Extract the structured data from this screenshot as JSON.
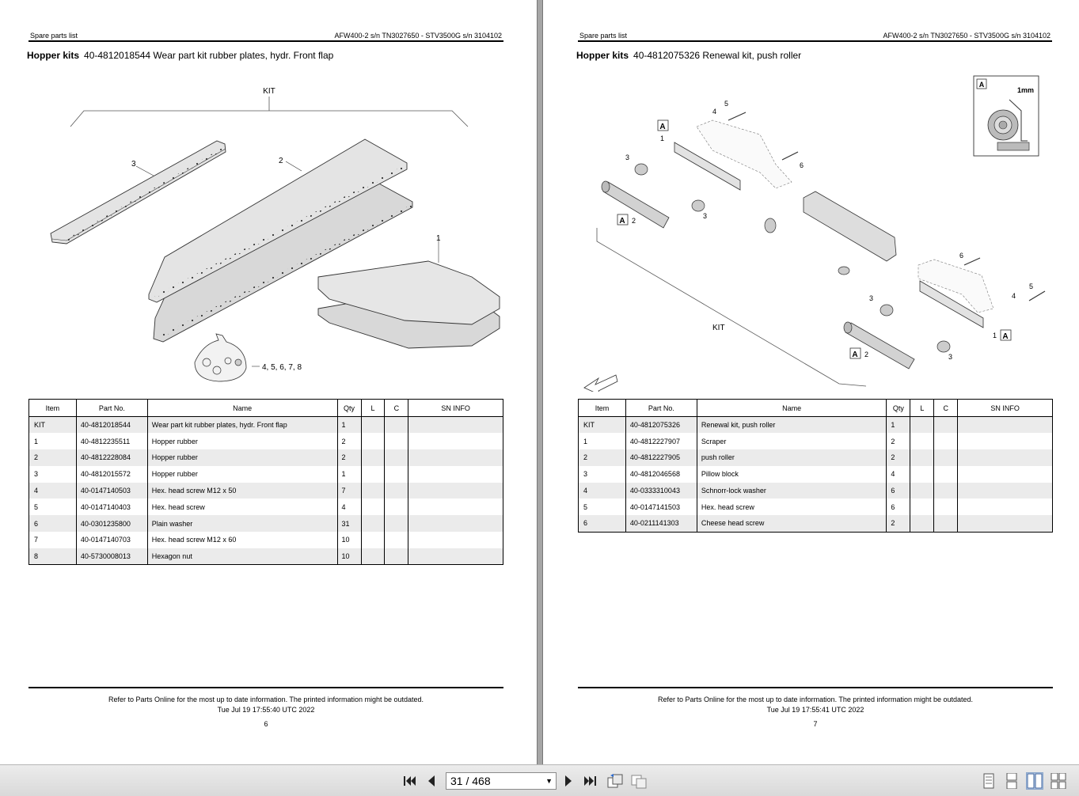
{
  "left_page": {
    "header_left": "Spare parts list",
    "header_right": "AFW400-2 s/n TN3027650 - STV3500G s/n 3104102",
    "title_bold": "Hopper kits",
    "title_rest": "40-4812018544 Wear part kit rubber plates, hydr. Front flap",
    "drawing_labels": {
      "kit": "KIT",
      "l1": "1",
      "l2": "2",
      "l3": "3",
      "l_small": "4,  5,  6,  7,  8"
    },
    "columns": [
      "Item",
      "Part No.",
      "Name",
      "Qty",
      "L",
      "C",
      "SN INFO"
    ],
    "rows": [
      {
        "item": "KIT",
        "part": "40-4812018544",
        "name": "Wear part kit rubber plates, hydr. Front flap",
        "qty": "1"
      },
      {
        "item": "1",
        "part": "40-4812235511",
        "name": "Hopper rubber",
        "qty": "2"
      },
      {
        "item": "2",
        "part": "40-4812228084",
        "name": "Hopper rubber",
        "qty": "2"
      },
      {
        "item": "3",
        "part": "40-4812015572",
        "name": "Hopper rubber",
        "qty": "1"
      },
      {
        "item": "4",
        "part": "40-0147140503",
        "name": "Hex. head screw M12 x 50",
        "qty": "7"
      },
      {
        "item": "5",
        "part": "40-0147140403",
        "name": "Hex. head screw",
        "qty": "4"
      },
      {
        "item": "6",
        "part": "40-0301235800",
        "name": "Plain washer",
        "qty": "31"
      },
      {
        "item": "7",
        "part": "40-0147140703",
        "name": "Hex. head screw M12 x 60",
        "qty": "10"
      },
      {
        "item": "8",
        "part": "40-5730008013",
        "name": "Hexagon nut",
        "qty": "10"
      }
    ],
    "footer_note": "Refer to Parts Online for the most up to date information. The printed information might be outdated.",
    "footer_date": "Tue Jul 19 17:55:40 UTC 2022",
    "page_number": "6"
  },
  "right_page": {
    "header_left": "Spare parts list",
    "header_right": "AFW400-2 s/n TN3027650 - STV3500G s/n 3104102",
    "title_bold": "Hopper kits",
    "title_rest": "40-4812075326 Renewal kit, push roller",
    "drawing_labels": {
      "kit": "KIT",
      "a": "A",
      "one": "1",
      "two": "2",
      "three": "3",
      "four": "4",
      "five": "5",
      "six": "6",
      "mm": "1mm"
    },
    "columns": [
      "Item",
      "Part No.",
      "Name",
      "Qty",
      "L",
      "C",
      "SN INFO"
    ],
    "rows": [
      {
        "item": "KIT",
        "part": "40-4812075326",
        "name": "Renewal kit, push roller",
        "qty": "1"
      },
      {
        "item": "1",
        "part": "40-4812227907",
        "name": "Scraper",
        "qty": "2"
      },
      {
        "item": "2",
        "part": "40-4812227905",
        "name": "push roller",
        "qty": "2"
      },
      {
        "item": "3",
        "part": "40-4812046568",
        "name": "Pillow block",
        "qty": "4"
      },
      {
        "item": "4",
        "part": "40-0333310043",
        "name": "Schnorr-lock washer",
        "qty": "6"
      },
      {
        "item": "5",
        "part": "40-0147141503",
        "name": "Hex. head screw",
        "qty": "6"
      },
      {
        "item": "6",
        "part": "40-0211141303",
        "name": "Cheese head screw",
        "qty": "2"
      }
    ],
    "footer_note": "Refer to Parts Online for the most up to date information. The printed information might be outdated.",
    "footer_date": "Tue Jul 19 17:55:41 UTC 2022",
    "page_number": "7"
  },
  "toolbar": {
    "page_indicator": "31 / 468",
    "icons": [
      "first-page-icon",
      "prev-page-icon",
      "next-page-icon",
      "last-page-icon",
      "rotate-icon",
      "compare-icon",
      "single-page-icon",
      "continuous-icon",
      "two-page-icon",
      "two-page-continuous-icon"
    ]
  }
}
